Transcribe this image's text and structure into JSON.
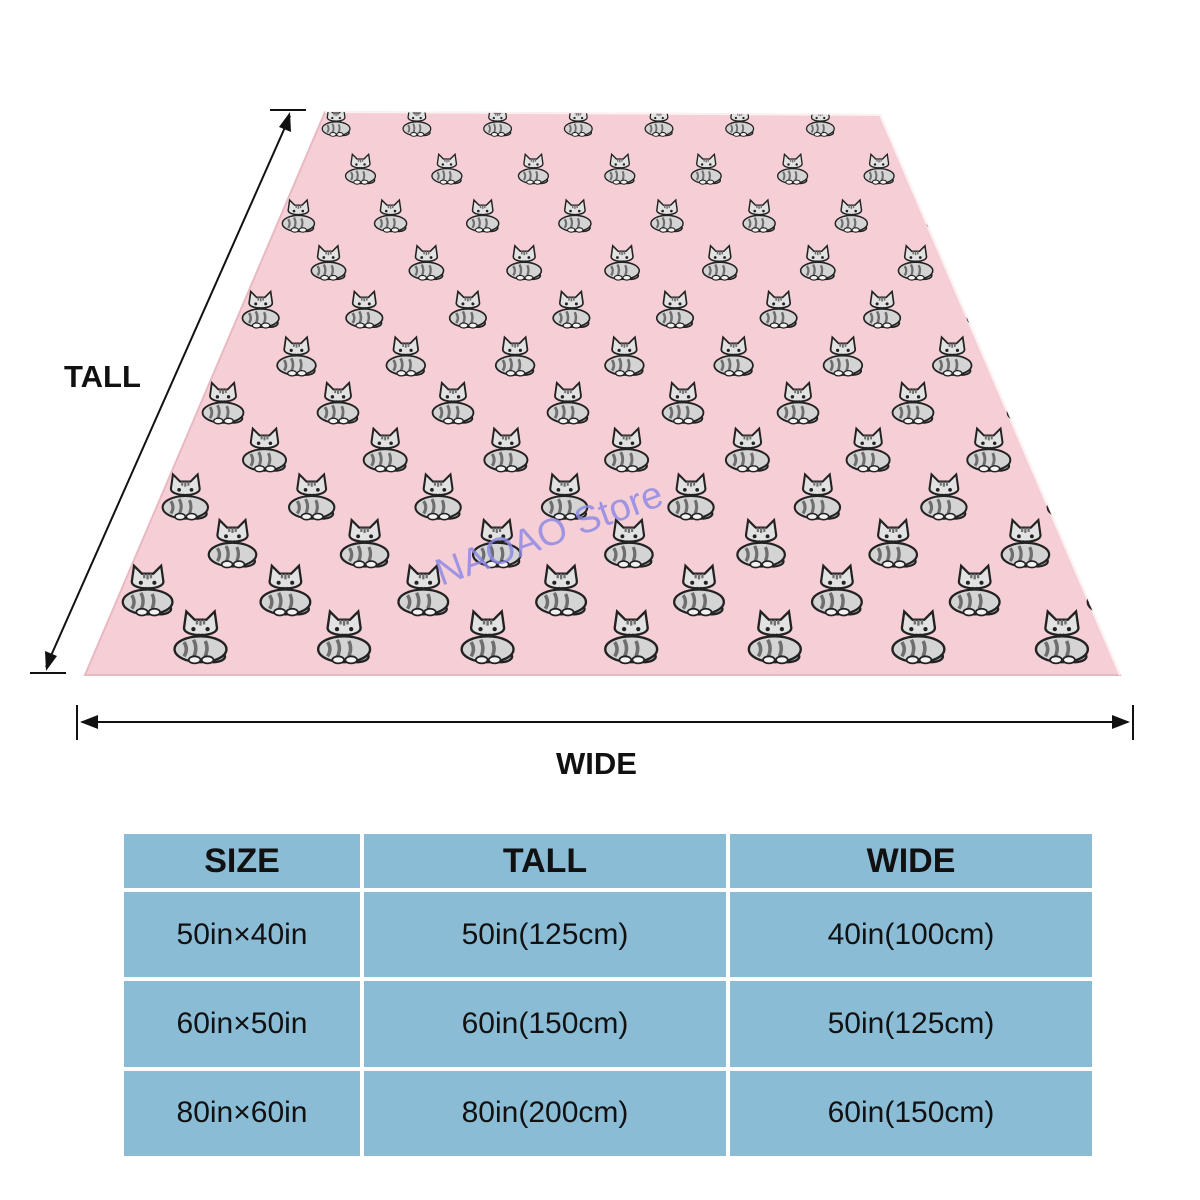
{
  "image": {
    "labels": {
      "tall": "TALL",
      "wide": "WIDE"
    },
    "watermark": "NAOAO Store",
    "colors": {
      "blanket": "#f6cfd6",
      "table_cell": "#8bbcd6",
      "cat_fill": "#d4d4d4",
      "cat_stripe": "#6e6e6e",
      "outline": "#222222"
    },
    "pattern_icon": "sitting-tabby-cat-icon"
  },
  "size_table": {
    "headers": [
      "SIZE",
      "TALL",
      "WIDE"
    ],
    "rows": [
      [
        "50in×40in",
        "50in(125cm)",
        "40in(100cm)"
      ],
      [
        "60in×50in",
        "60in(150cm)",
        "50in(125cm)"
      ],
      [
        "80in×60in",
        "80in(200cm)",
        "60in(150cm)"
      ]
    ]
  }
}
